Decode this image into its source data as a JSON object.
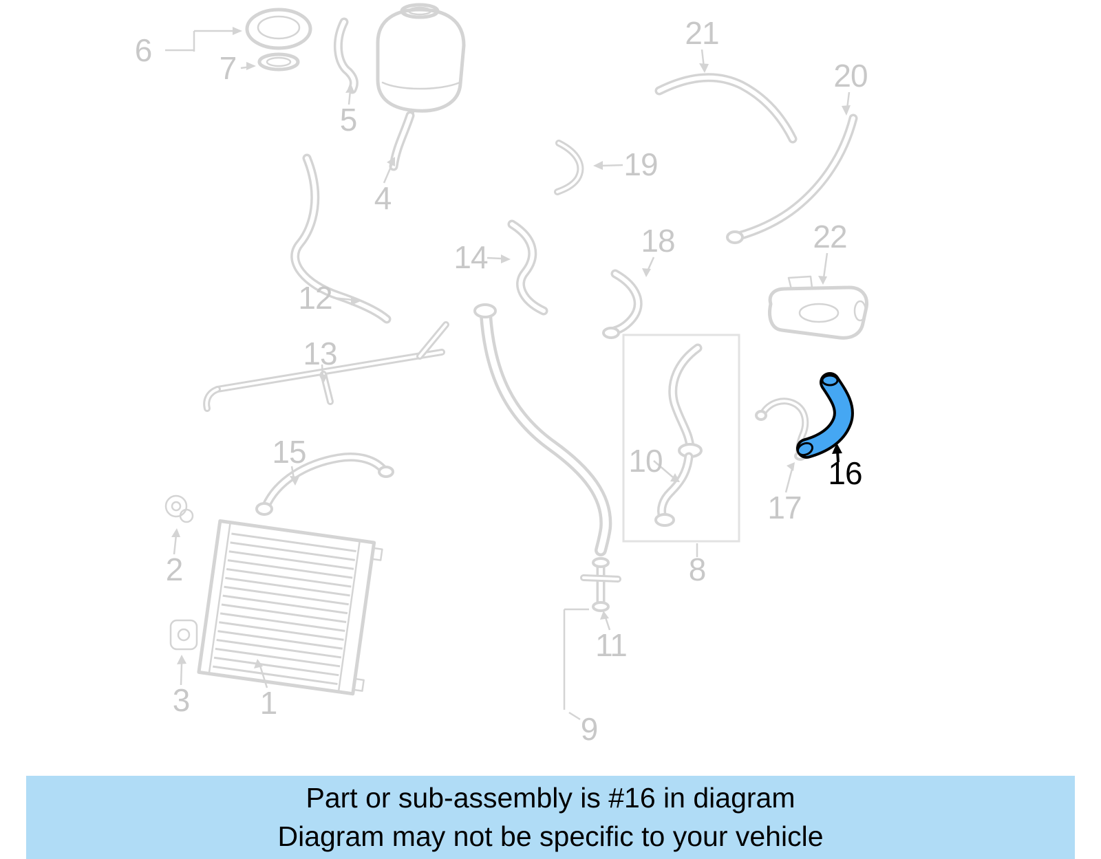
{
  "part_labels": {
    "p1": "1",
    "p2": "2",
    "p3": "3",
    "p4": "4",
    "p5": "5",
    "p6": "6",
    "p7": "7",
    "p8": "8",
    "p9": "9",
    "p10": "10",
    "p11": "11",
    "p12": "12",
    "p13": "13",
    "p14": "14",
    "p15": "15",
    "p17": "17",
    "p18": "18",
    "p19": "19",
    "p20": "20",
    "p21": "21",
    "p22": "22"
  },
  "highlight": {
    "part_number": "16"
  },
  "banner": {
    "line1": "Part or sub-assembly is #16 in diagram",
    "line2": "Diagram may not be specific to your vehicle"
  },
  "colors": {
    "diagram_line": "#d4d4d4",
    "callout_text": "#c8c8c8",
    "highlight_fill": "#45a7f3",
    "highlight_outline": "#000000",
    "banner_background": "#b0dcf6",
    "banner_text": "#000000"
  }
}
